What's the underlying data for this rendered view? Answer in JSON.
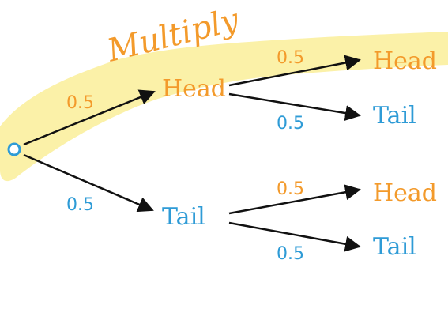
{
  "colors": {
    "head": "#f39a2b",
    "tail": "#2e9bd6",
    "highlight": "#fbf1a8",
    "line": "#111111"
  },
  "diagram": {
    "annotation": "Multiply",
    "root_icon": "start-node-circle",
    "level1": {
      "head": {
        "label": "Head",
        "prob": "0.5"
      },
      "tail": {
        "label": "Tail",
        "prob": "0.5"
      }
    },
    "level2": {
      "head_head": {
        "label": "Head",
        "prob": "0.5"
      },
      "head_tail": {
        "label": "Tail",
        "prob": "0.5"
      },
      "tail_head": {
        "label": "Head",
        "prob": "0.5"
      },
      "tail_tail": {
        "label": "Tail",
        "prob": "0.5"
      }
    }
  }
}
